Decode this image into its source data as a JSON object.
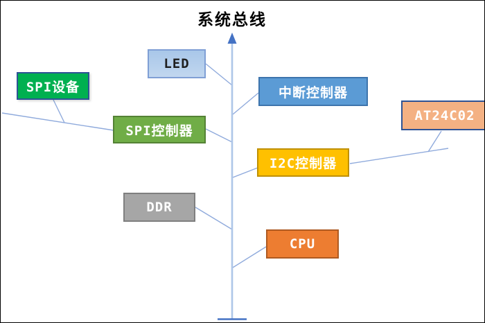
{
  "diagram": {
    "title": "系统总线"
  },
  "colors": {
    "connector": "#8faadc",
    "bus_shaft": "#aec6e8",
    "bus_arrow": "#4472c4",
    "frame": "#000000",
    "background": "#ffffff",
    "title_text": "#000000"
  },
  "nodes": [
    {
      "id": "led",
      "label": "LED",
      "fill": "#a9c7e9",
      "border": "#7f9fd5",
      "text": "#1f1f1f"
    },
    {
      "id": "spi-device",
      "label": "SPI设备",
      "fill": "#00b050",
      "border": "#2e5395",
      "text": "#ffffff"
    },
    {
      "id": "interrupt-controller",
      "label": "中断控制器",
      "fill": "#5b9bd5",
      "border": "#3d74ac",
      "text": "#ffffff"
    },
    {
      "id": "at24c02",
      "label": "AT24C02",
      "fill": "#f4b183",
      "border": "#2e5395",
      "text": "#ffffff"
    },
    {
      "id": "spi-controller",
      "label": "SPI控制器",
      "fill": "#70ad47",
      "border": "#548235",
      "text": "#ffffff"
    },
    {
      "id": "i2c-controller",
      "label": "I2C控制器",
      "fill": "#ffc000",
      "border": "#bf9000",
      "text": "#ffffff"
    },
    {
      "id": "ddr",
      "label": "DDR",
      "fill": "#a6a6a6",
      "border": "#7f7f7f",
      "text": "#ffffff"
    },
    {
      "id": "cpu",
      "label": "CPU",
      "fill": "#ed7d31",
      "border": "#ae5a21",
      "text": "#ffffff"
    }
  ]
}
